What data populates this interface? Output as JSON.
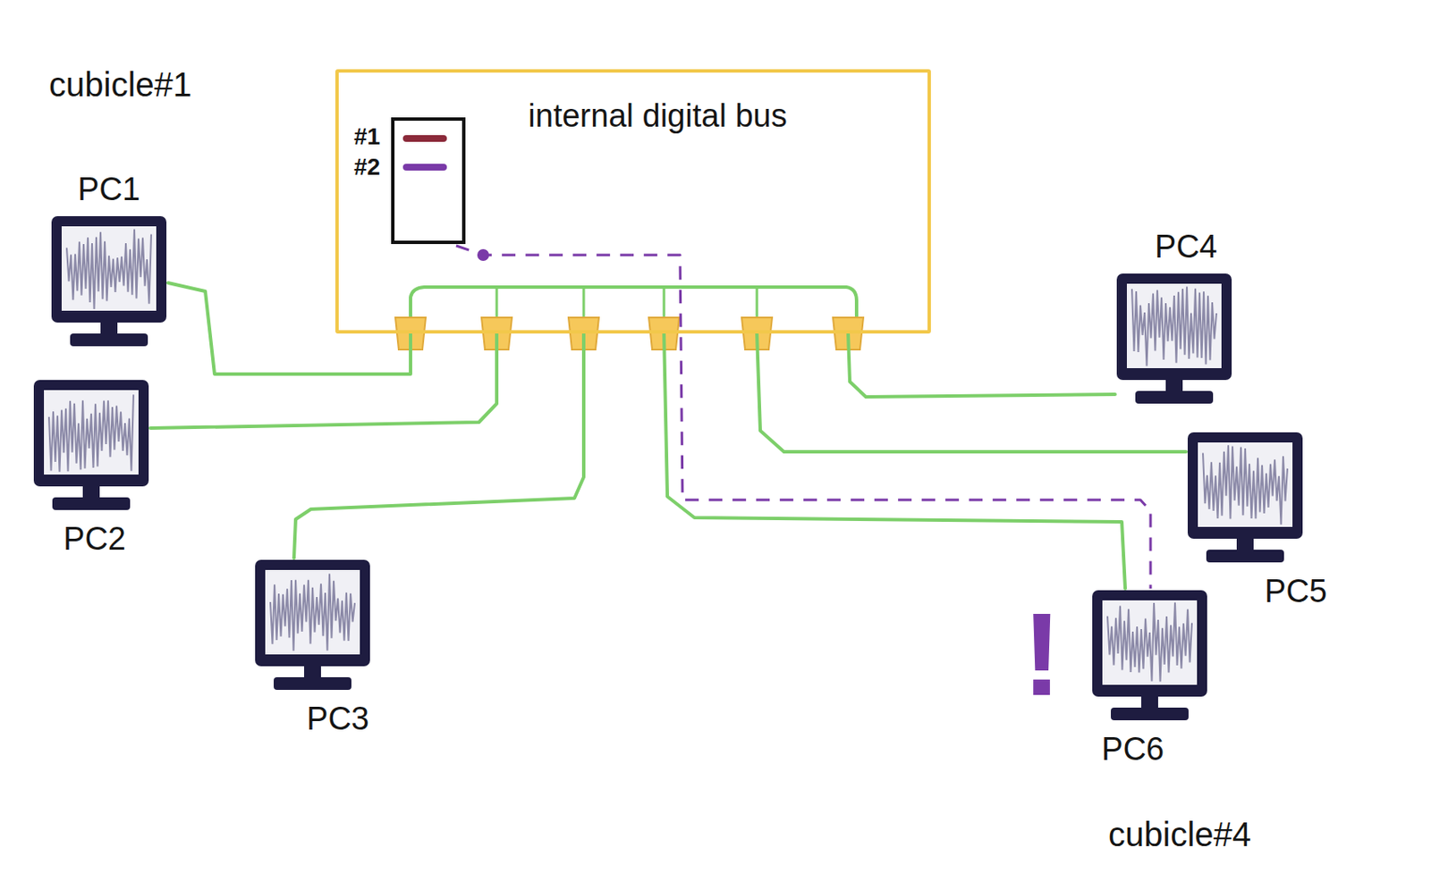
{
  "diagram": {
    "nodes": [
      {
        "text": [
          "internal digital bus"
        ]
      },
      {
        "text": [
          "#1",
          "#2"
        ],
        "in": 0
      },
      {
        "text": [
          "PC1"
        ]
      },
      {
        "text": [
          "PC2"
        ]
      },
      {
        "text": [
          "PC3"
        ]
      },
      {
        "text": [
          "PC4"
        ]
      },
      {
        "text": [
          "PC5"
        ]
      },
      {
        "text": [
          "PC6"
        ]
      }
    ],
    "edges": [
      {
        "from": 2,
        "to": 0,
        "arrow": "none"
      },
      {
        "from": 3,
        "to": 0,
        "arrow": "none"
      },
      {
        "from": 4,
        "to": 0,
        "arrow": "none"
      },
      {
        "from": 5,
        "to": 0,
        "arrow": "none"
      },
      {
        "from": 6,
        "to": 0,
        "arrow": "none"
      },
      {
        "from": 7,
        "to": 0,
        "arrow": "none"
      },
      {
        "from": 1,
        "to": 7,
        "arrow": "none"
      }
    ],
    "labels": [
      "cubicle#1",
      "cubicle#4",
      "!"
    ]
  }
}
